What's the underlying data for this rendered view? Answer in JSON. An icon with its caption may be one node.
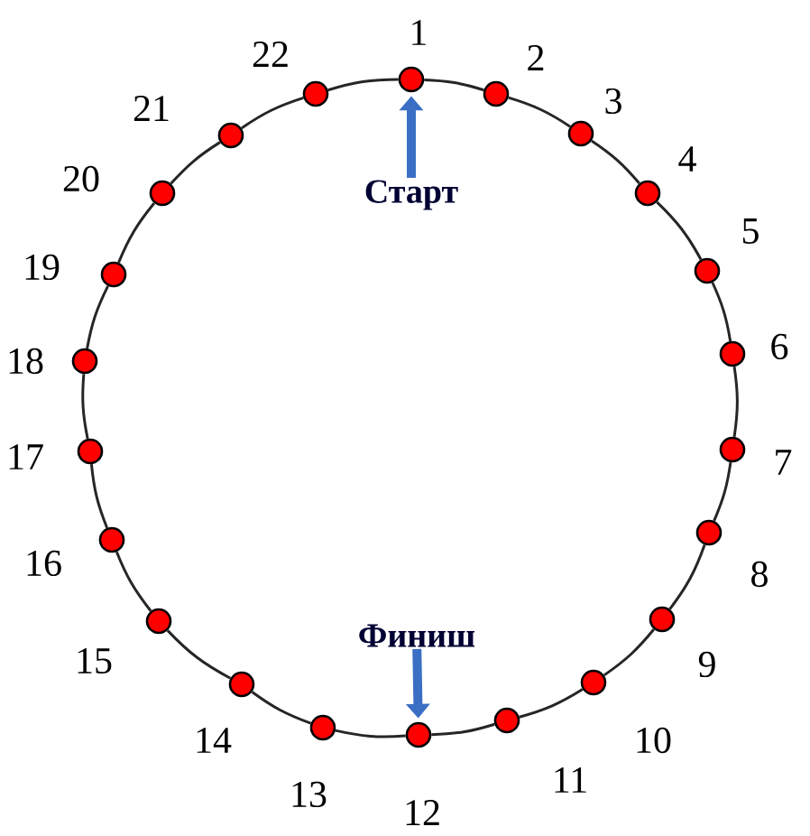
{
  "diagram": {
    "nodes": [
      {
        "text": [],
        "shape": "circle",
        "beside": [
          "1"
        ]
      },
      {
        "text": [],
        "shape": "circle",
        "beside": [
          "2"
        ]
      },
      {
        "text": [],
        "shape": "circle",
        "beside": [
          "3"
        ]
      },
      {
        "text": [],
        "shape": "circle",
        "beside": [
          "4"
        ]
      },
      {
        "text": [],
        "shape": "circle",
        "beside": [
          "5"
        ]
      },
      {
        "text": [],
        "shape": "circle",
        "beside": [
          "6"
        ]
      },
      {
        "text": [],
        "shape": "circle",
        "beside": [
          "7"
        ]
      },
      {
        "text": [],
        "shape": "circle",
        "beside": [
          "8"
        ]
      },
      {
        "text": [],
        "shape": "circle",
        "beside": [
          "9"
        ]
      },
      {
        "text": [],
        "shape": "circle",
        "beside": [
          "10"
        ]
      },
      {
        "text": [],
        "shape": "circle",
        "beside": [
          "11"
        ]
      },
      {
        "text": [],
        "shape": "circle",
        "beside": [
          "12"
        ]
      },
      {
        "text": [],
        "shape": "circle",
        "beside": [
          "13"
        ]
      },
      {
        "text": [],
        "shape": "circle",
        "beside": [
          "14"
        ]
      },
      {
        "text": [],
        "shape": "circle",
        "beside": [
          "15"
        ]
      },
      {
        "text": [],
        "shape": "circle",
        "beside": [
          "16"
        ]
      },
      {
        "text": [],
        "shape": "circle",
        "beside": [
          "17"
        ]
      },
      {
        "text": [],
        "shape": "circle",
        "beside": [
          "18"
        ]
      },
      {
        "text": [],
        "shape": "circle",
        "beside": [
          "19"
        ]
      },
      {
        "text": [],
        "shape": "circle",
        "beside": [
          "20"
        ]
      },
      {
        "text": [],
        "shape": "circle",
        "beside": [
          "21"
        ]
      },
      {
        "text": [],
        "shape": "circle",
        "beside": [
          "22"
        ]
      },
      {
        "text": [
          "Старт"
        ]
      },
      {
        "text": [
          "Финиш"
        ]
      }
    ],
    "edges": [
      {
        "from": 0,
        "to": 1,
        "arrow": "none"
      },
      {
        "from": 1,
        "to": 2,
        "arrow": "none"
      },
      {
        "from": 2,
        "to": 3,
        "arrow": "none"
      },
      {
        "from": 3,
        "to": 4,
        "arrow": "none"
      },
      {
        "from": 4,
        "to": 5,
        "arrow": "none"
      },
      {
        "from": 5,
        "to": 6,
        "arrow": "none"
      },
      {
        "from": 6,
        "to": 7,
        "arrow": "none"
      },
      {
        "from": 7,
        "to": 8,
        "arrow": "none"
      },
      {
        "from": 8,
        "to": 9,
        "arrow": "none"
      },
      {
        "from": 9,
        "to": 10,
        "arrow": "none"
      },
      {
        "from": 10,
        "to": 11,
        "arrow": "none"
      },
      {
        "from": 11,
        "to": 12,
        "arrow": "none"
      },
      {
        "from": 12,
        "to": 13,
        "arrow": "none"
      },
      {
        "from": 13,
        "to": 14,
        "arrow": "none"
      },
      {
        "from": 14,
        "to": 15,
        "arrow": "none"
      },
      {
        "from": 15,
        "to": 16,
        "arrow": "none"
      },
      {
        "from": 16,
        "to": 17,
        "arrow": "none"
      },
      {
        "from": 17,
        "to": 18,
        "arrow": "none"
      },
      {
        "from": 18,
        "to": 19,
        "arrow": "none"
      },
      {
        "from": 19,
        "to": 20,
        "arrow": "none"
      },
      {
        "from": 20,
        "to": 21,
        "arrow": "none"
      },
      {
        "from": 21,
        "to": 0,
        "arrow": "none"
      },
      {
        "from": 22,
        "to": 0,
        "arrow": "to",
        "style": "thick",
        "color": "#3a6fc4"
      },
      {
        "from": 23,
        "to": 11,
        "arrow": "to",
        "style": "thick",
        "color": "#3a6fc4"
      }
    ]
  }
}
